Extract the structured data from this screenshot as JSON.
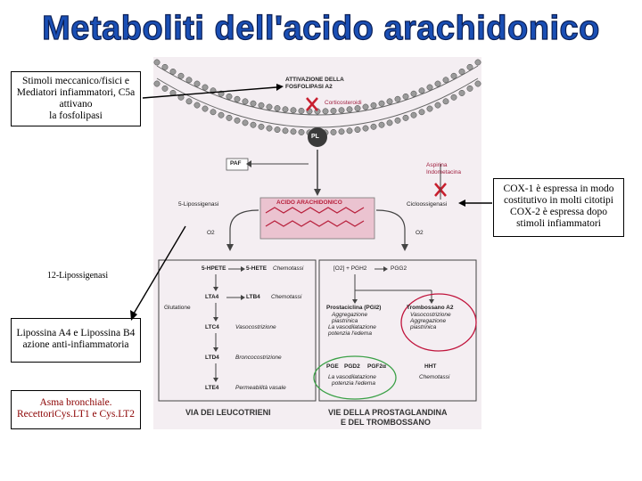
{
  "title": "Metaboliti dell'acido arachidonico",
  "notes": {
    "stimoli": [
      "Stimoli meccanico/fisici e",
      "Mediatori infiammatori, C5a",
      "attivano",
      "la fosfolipasi"
    ],
    "cox": [
      "COX-1 è espressa in modo",
      "costitutivo in molti citotipi",
      "COX-2 è espressa dopo",
      "stimoli infiammatori"
    ],
    "lipossigenasi12": "12-Lipossigenasi",
    "lipossina": [
      "Lipossina A4 e Lipossina B4",
      "azione anti-infiammatoria"
    ],
    "asma": [
      "Asma bronchiale.",
      "RecettoriCys.LT1 e Cys.LT2"
    ]
  },
  "figure": {
    "attivazione": [
      "ATTIVAZIONE DELLA",
      "FOSFOLIPASI A2"
    ],
    "corticosteroidi": "Corticosteroidi",
    "pl": "PL",
    "paf": "PAF",
    "aspirina": [
      "Aspirina",
      "Indometacina"
    ],
    "lipossigenasi5": "5-Lipossigenasi",
    "acido": "ACIDO ARACHIDONICO",
    "cicloossigenasi": "Cicloossigenasi",
    "o2_left": "O2",
    "o2_right": "O2",
    "shpete": "5-HPETE",
    "shete": "5-HETE",
    "chemotassi": "Chemotassi",
    "lta": "LTA4",
    "ltb": "LTB4",
    "chemotassi2": "Chemotassi",
    "glutatione": "Glutatione",
    "ltc": "LTC4",
    "vasocostrizione": "Vasocostrizione",
    "ltd": "LTD4",
    "broncocostrizione": "Broncocostrizione",
    "lte": "LTE4",
    "permeabilita": "Permeabilità vasale",
    "o2pgg": "[O2] + PGH2",
    "pgg2": "PGG2",
    "prostaciclina": "Prostaciclina (PGI2)",
    "prost_lines": [
      "Aggregazione",
      "piastrinica",
      "La vasodilatazione",
      "potenzia l'edema"
    ],
    "trombossano": "Trombossano A2",
    "tromb_lines": [
      "Vasocostrizione",
      "Aggregazione",
      "piastrinica"
    ],
    "pge": "PGE",
    "pgd": "PGD2",
    "pgf": "PGF2α",
    "pg_lines": [
      "La vasodilatazione",
      "potenzia l'edema"
    ],
    "hht": "HHT",
    "chemotassi3": "Chemotassi",
    "via_leuco": "VIA DEI LEUCOTRIENI",
    "vie_prosta": [
      "VIE DELLA PROSTAGLANDINA",
      "E DEL TROMBOSSANO"
    ]
  },
  "colors": {
    "title_fill": "#1a4fb5",
    "crimson": "#c0143c",
    "red_x": "#c81e2e",
    "green_oval": "#3aa046",
    "purple": "#a04070",
    "figure_bg": "#f4eef2"
  }
}
